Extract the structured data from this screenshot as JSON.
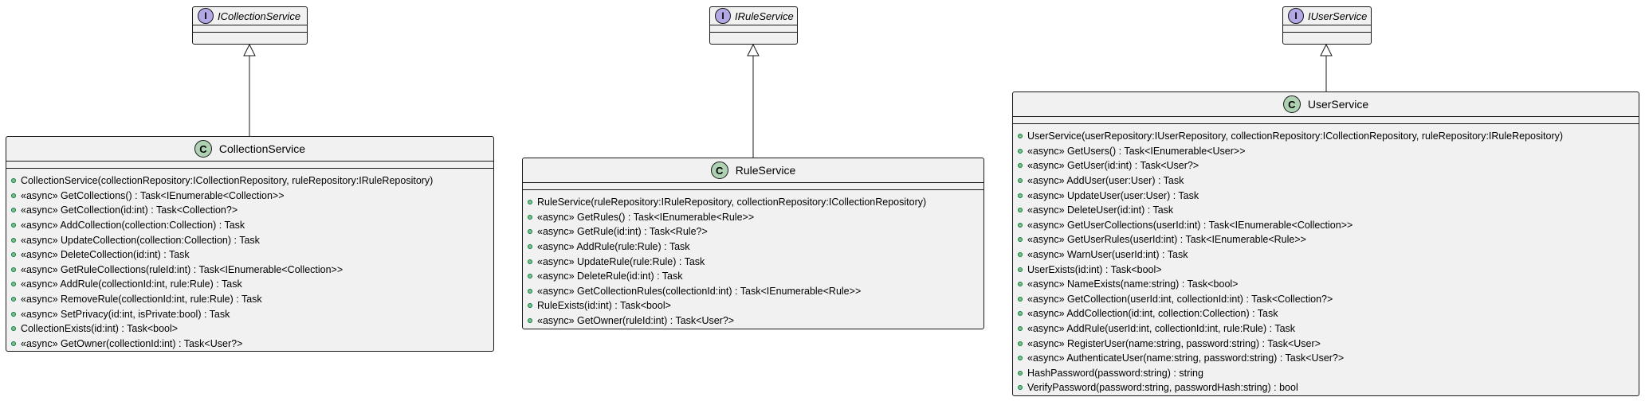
{
  "diagram": {
    "interfaces": [
      {
        "id": "ICollectionService",
        "name": "ICollectionService",
        "stereotype": "I"
      },
      {
        "id": "IRuleService",
        "name": "IRuleService",
        "stereotype": "I"
      },
      {
        "id": "IUserService",
        "name": "IUserService",
        "stereotype": "I"
      }
    ],
    "classes": [
      {
        "id": "CollectionService",
        "name": "CollectionService",
        "stereotype": "C",
        "implements": "ICollectionService",
        "members": [
          "CollectionService(collectionRepository:ICollectionRepository, ruleRepository:IRuleRepository)",
          "«async» GetCollections() : Task<IEnumerable<Collection>>",
          "«async» GetCollection(id:int) : Task<Collection?>",
          "«async» AddCollection(collection:Collection) : Task",
          "«async» UpdateCollection(collection:Collection) : Task",
          "«async» DeleteCollection(id:int) : Task",
          "«async» GetRuleCollections(ruleId:int) : Task<IEnumerable<Collection>>",
          "«async» AddRule(collectionId:int, rule:Rule) : Task",
          "«async» RemoveRule(collectionId:int, rule:Rule) : Task",
          "«async» SetPrivacy(id:int, isPrivate:bool) : Task",
          "CollectionExists(id:int) : Task<bool>",
          "«async» GetOwner(collectionId:int) : Task<User?>"
        ]
      },
      {
        "id": "RuleService",
        "name": "RuleService",
        "stereotype": "C",
        "implements": "IRuleService",
        "members": [
          "RuleService(ruleRepository:IRuleRepository, collectionRepository:ICollectionRepository)",
          "«async» GetRules() : Task<IEnumerable<Rule>>",
          "«async» GetRule(id:int) : Task<Rule?>",
          "«async» AddRule(rule:Rule) : Task",
          "«async» UpdateRule(rule:Rule) : Task",
          "«async» DeleteRule(id:int) : Task",
          "«async» GetCollectionRules(collectionId:int) : Task<IEnumerable<Rule>>",
          "RuleExists(id:int) : Task<bool>",
          "«async» GetOwner(ruleId:int) : Task<User?>"
        ]
      },
      {
        "id": "UserService",
        "name": "UserService",
        "stereotype": "C",
        "implements": "IUserService",
        "members": [
          "UserService(userRepository:IUserRepository, collectionRepository:ICollectionRepository, ruleRepository:IRuleRepository)",
          "«async» GetUsers() : Task<IEnumerable<User>>",
          "«async» GetUser(id:int) : Task<User?>",
          "«async» AddUser(user:User) : Task",
          "«async» UpdateUser(user:User) : Task",
          "«async» DeleteUser(id:int) : Task",
          "«async» GetUserCollections(userId:int) : Task<IEnumerable<Collection>>",
          "«async» GetUserRules(userId:int) : Task<IEnumerable<Rule>>",
          "«async» WarnUser(userId:int) : Task",
          "UserExists(id:int) : Task<bool>",
          "«async» NameExists(name:string) : Task<bool>",
          "«async» GetCollection(userId:int, collectionId:int) : Task<Collection?>",
          "«async» AddCollection(id:int, collection:Collection) : Task",
          "«async» AddRule(userId:int, collectionId:int, rule:Rule) : Task",
          "«async» RegisterUser(name:string, password:string) : Task<User>",
          "«async» AuthenticateUser(name:string, password:string) : Task<User?>",
          "HashPassword(password:string) : string",
          "VerifyPassword(password:string, passwordHash:string) : bool"
        ]
      }
    ],
    "colors": {
      "box_fill": "#f1f1f1",
      "border": "#181818",
      "class_badge": "#add1b2",
      "interface_badge": "#b4a7e5",
      "public_dot": "#84be84"
    }
  }
}
